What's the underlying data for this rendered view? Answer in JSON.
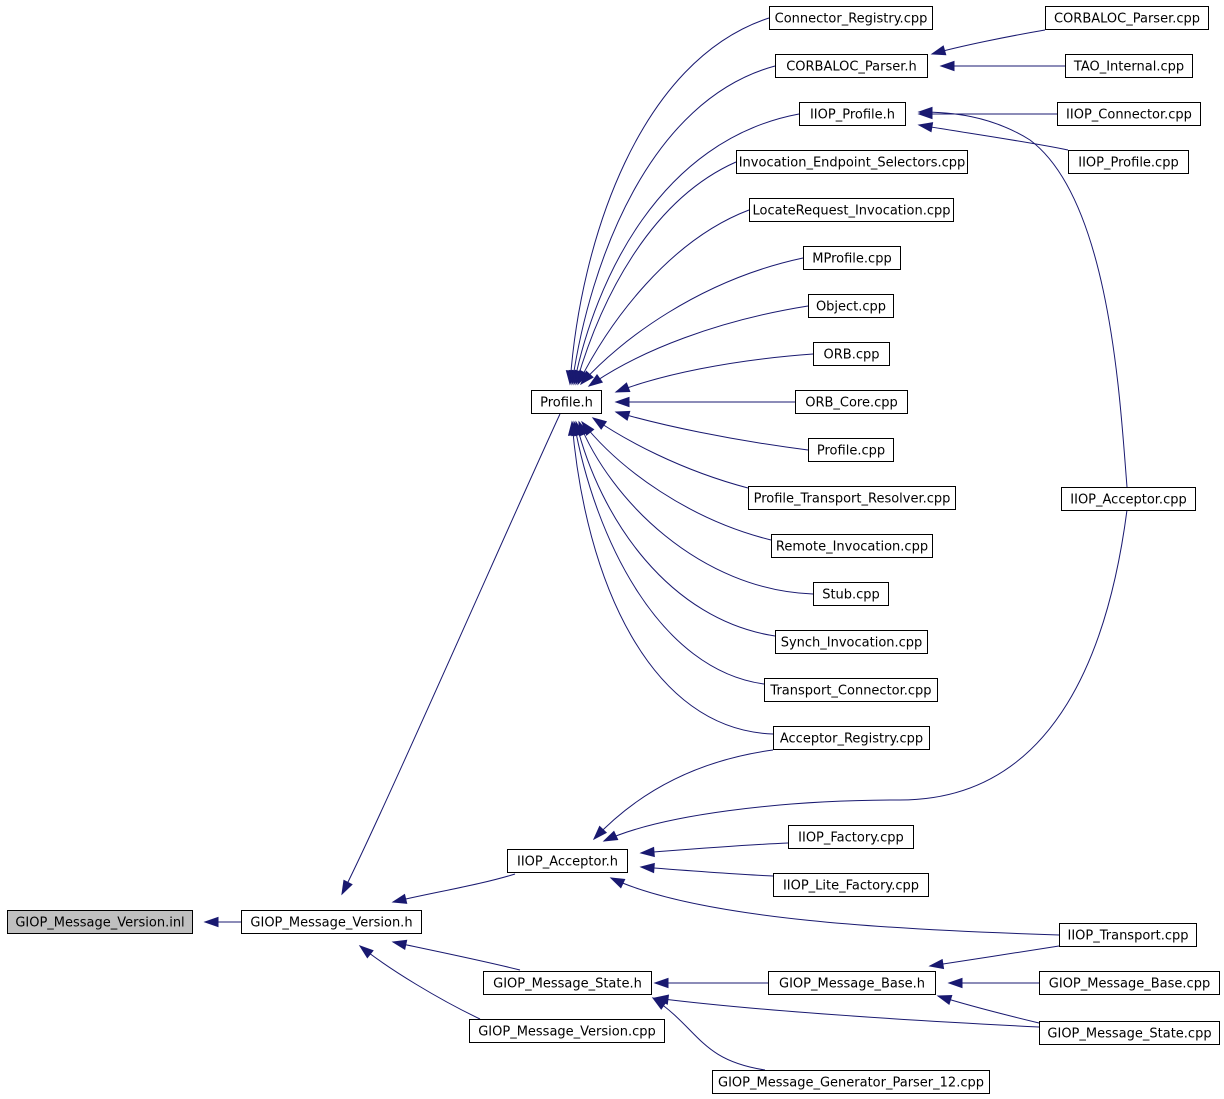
{
  "graph": {
    "title": "",
    "nodes": [
      {
        "id": "n_inl",
        "label": "GIOP_Message_Version.inl",
        "highlighted": true
      },
      {
        "id": "n_ver_h",
        "label": "GIOP_Message_Version.h"
      },
      {
        "id": "n_profile_h",
        "label": "Profile.h"
      },
      {
        "id": "n_iiop_acc_h",
        "label": "IIOP_Acceptor.h"
      },
      {
        "id": "n_state_h",
        "label": "GIOP_Message_State.h"
      },
      {
        "id": "n_ver_cpp",
        "label": "GIOP_Message_Version.cpp"
      },
      {
        "id": "n_conn_reg",
        "label": "Connector_Registry.cpp"
      },
      {
        "id": "n_corbaloc_h",
        "label": "CORBALOC_Parser.h"
      },
      {
        "id": "n_iiop_prof_h",
        "label": "IIOP_Profile.h"
      },
      {
        "id": "n_inv_ep",
        "label": "Invocation_Endpoint_Selectors.cpp"
      },
      {
        "id": "n_locreq",
        "label": "LocateRequest_Invocation.cpp"
      },
      {
        "id": "n_mprofile",
        "label": "MProfile.cpp"
      },
      {
        "id": "n_object",
        "label": "Object.cpp"
      },
      {
        "id": "n_orb",
        "label": "ORB.cpp"
      },
      {
        "id": "n_orb_core",
        "label": "ORB_Core.cpp"
      },
      {
        "id": "n_profile_cpp",
        "label": "Profile.cpp"
      },
      {
        "id": "n_ptr",
        "label": "Profile_Transport_Resolver.cpp"
      },
      {
        "id": "n_remote",
        "label": "Remote_Invocation.cpp"
      },
      {
        "id": "n_stub",
        "label": "Stub.cpp"
      },
      {
        "id": "n_synch",
        "label": "Synch_Invocation.cpp"
      },
      {
        "id": "n_tconn",
        "label": "Transport_Connector.cpp"
      },
      {
        "id": "n_acc_reg",
        "label": "Acceptor_Registry.cpp"
      },
      {
        "id": "n_iiop_fact",
        "label": "IIOP_Factory.cpp"
      },
      {
        "id": "n_iiop_lite",
        "label": "IIOP_Lite_Factory.cpp"
      },
      {
        "id": "n_base_h",
        "label": "GIOP_Message_Base.h"
      },
      {
        "id": "n_gen_parser",
        "label": "GIOP_Message_Generator_Parser_12.cpp"
      },
      {
        "id": "n_corbaloc_cpp",
        "label": "CORBALOC_Parser.cpp"
      },
      {
        "id": "n_tao_int",
        "label": "TAO_Internal.cpp"
      },
      {
        "id": "n_iiop_conn",
        "label": "IIOP_Connector.cpp"
      },
      {
        "id": "n_iiop_prof_cpp",
        "label": "IIOP_Profile.cpp"
      },
      {
        "id": "n_iiop_acc_cpp",
        "label": "IIOP_Acceptor.cpp"
      },
      {
        "id": "n_iiop_trans",
        "label": "IIOP_Transport.cpp"
      },
      {
        "id": "n_base_cpp",
        "label": "GIOP_Message_Base.cpp"
      },
      {
        "id": "n_state_cpp",
        "label": "GIOP_Message_State.cpp"
      }
    ],
    "edges": [
      {
        "from": "n_ver_h",
        "to": "n_inl"
      },
      {
        "from": "n_profile_h",
        "to": "n_ver_h"
      },
      {
        "from": "n_iiop_acc_h",
        "to": "n_ver_h"
      },
      {
        "from": "n_state_h",
        "to": "n_ver_h"
      },
      {
        "from": "n_ver_cpp",
        "to": "n_ver_h"
      },
      {
        "from": "n_conn_reg",
        "to": "n_profile_h"
      },
      {
        "from": "n_corbaloc_h",
        "to": "n_profile_h"
      },
      {
        "from": "n_iiop_prof_h",
        "to": "n_profile_h"
      },
      {
        "from": "n_inv_ep",
        "to": "n_profile_h"
      },
      {
        "from": "n_locreq",
        "to": "n_profile_h"
      },
      {
        "from": "n_mprofile",
        "to": "n_profile_h"
      },
      {
        "from": "n_object",
        "to": "n_profile_h"
      },
      {
        "from": "n_orb",
        "to": "n_profile_h"
      },
      {
        "from": "n_orb_core",
        "to": "n_profile_h"
      },
      {
        "from": "n_profile_cpp",
        "to": "n_profile_h"
      },
      {
        "from": "n_ptr",
        "to": "n_profile_h"
      },
      {
        "from": "n_remote",
        "to": "n_profile_h"
      },
      {
        "from": "n_stub",
        "to": "n_profile_h"
      },
      {
        "from": "n_synch",
        "to": "n_profile_h"
      },
      {
        "from": "n_tconn",
        "to": "n_profile_h"
      },
      {
        "from": "n_acc_reg",
        "to": "n_profile_h"
      },
      {
        "from": "n_corbaloc_cpp",
        "to": "n_corbaloc_h"
      },
      {
        "from": "n_tao_int",
        "to": "n_corbaloc_h"
      },
      {
        "from": "n_iiop_conn",
        "to": "n_iiop_prof_h"
      },
      {
        "from": "n_iiop_prof_cpp",
        "to": "n_iiop_prof_h"
      },
      {
        "from": "n_iiop_acc_cpp",
        "to": "n_iiop_prof_h"
      },
      {
        "from": "n_acc_reg",
        "to": "n_iiop_acc_h"
      },
      {
        "from": "n_iiop_acc_cpp",
        "to": "n_iiop_acc_h"
      },
      {
        "from": "n_iiop_fact",
        "to": "n_iiop_acc_h"
      },
      {
        "from": "n_iiop_lite",
        "to": "n_iiop_acc_h"
      },
      {
        "from": "n_iiop_trans",
        "to": "n_iiop_acc_h"
      },
      {
        "from": "n_base_h",
        "to": "n_state_h"
      },
      {
        "from": "n_state_cpp",
        "to": "n_state_h"
      },
      {
        "from": "n_gen_parser",
        "to": "n_state_h"
      },
      {
        "from": "n_iiop_trans",
        "to": "n_base_h"
      },
      {
        "from": "n_base_cpp",
        "to": "n_base_h"
      },
      {
        "from": "n_state_cpp",
        "to": "n_base_h"
      }
    ]
  },
  "colors": {
    "edge": "#191970",
    "node_border": "#000000",
    "node_fill": "#ffffff",
    "root_fill": "#c0c0c0"
  }
}
